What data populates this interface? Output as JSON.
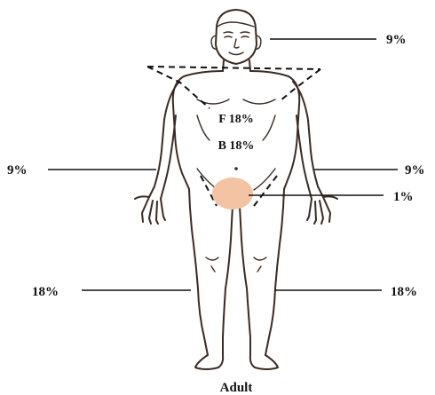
{
  "figure": {
    "caption": "Adult",
    "regions": {
      "head": "9%",
      "trunk_front": "F 18%",
      "trunk_back": "B 18%",
      "left_arm": "9%",
      "right_arm": "9%",
      "perineum": "1%",
      "left_leg": "18%",
      "right_leg": "18%"
    },
    "colors": {
      "outline": "#3a2a22",
      "perineum_fill": "#f3c3a3"
    }
  }
}
